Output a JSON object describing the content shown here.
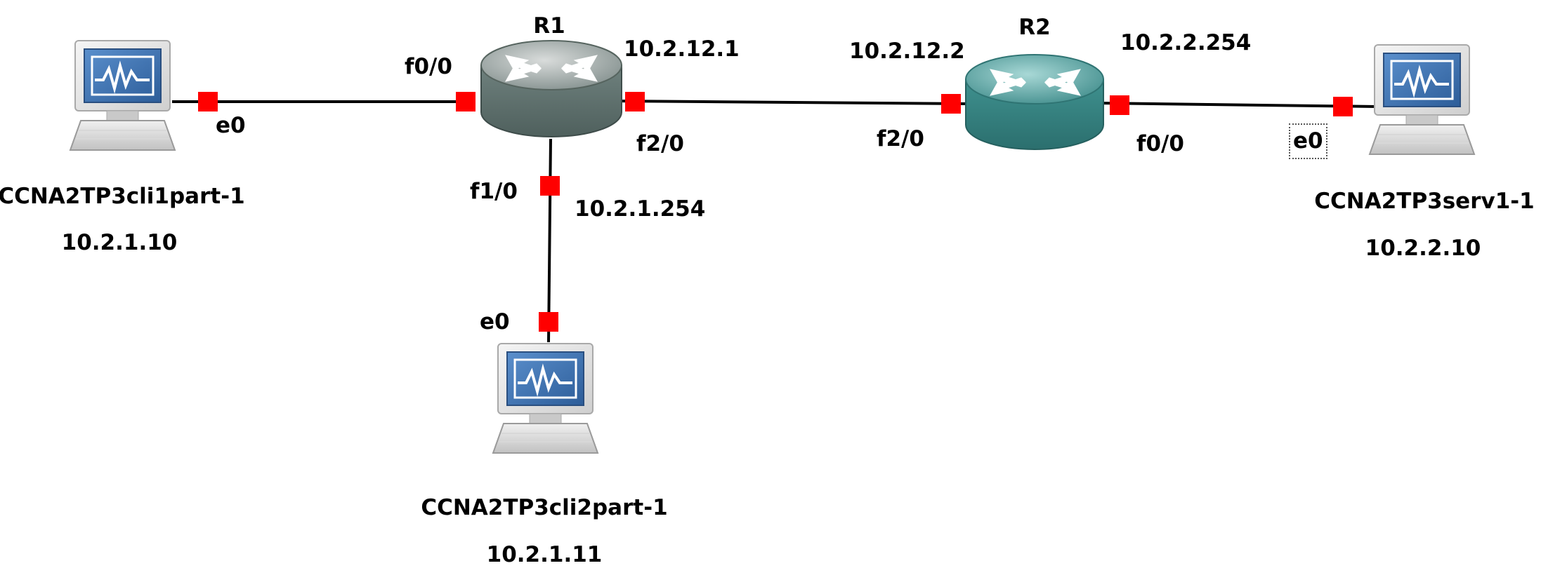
{
  "routers": [
    {
      "id": "R1",
      "name": "R1",
      "color": "#6b7d7a"
    },
    {
      "id": "R2",
      "name": "R2",
      "color": "#3e8b8a"
    }
  ],
  "hosts": [
    {
      "id": "cli1",
      "name": "CCNA2TP3cli1part-1",
      "ip": "10.2.1.10"
    },
    {
      "id": "cli2",
      "name": "CCNA2TP3cli2part-1",
      "ip": "10.2.1.11"
    },
    {
      "id": "serv1",
      "name": "CCNA2TP3serv1-1",
      "ip": "10.2.2.10"
    }
  ],
  "interfaces": {
    "cli1_e0": "e0",
    "r1_f0_0": "f0/0",
    "r1_f2_0": "f2/0",
    "r1_f1_0": "f1/0",
    "cli2_e0": "e0",
    "r2_f2_0": "f2/0",
    "r2_f0_0": "f0/0",
    "serv1_e0": "e0"
  },
  "addresses": {
    "r1_f2_0": "10.2.12.1",
    "r1_f1_0": "10.2.1.254",
    "r2_f2_0": "10.2.12.2",
    "r2_f0_0": "10.2.2.254"
  },
  "colors": {
    "link": "#000000",
    "port": "#ff0000",
    "screen": "#3e74b5",
    "monitor_body": "#e6e6e6"
  }
}
